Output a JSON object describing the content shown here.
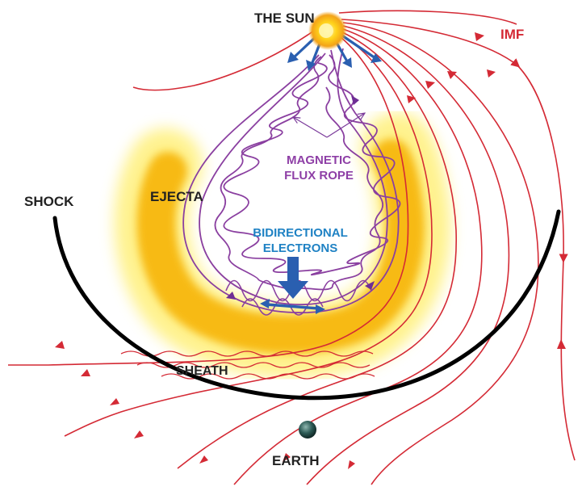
{
  "labels": {
    "sun": "THE SUN",
    "imf": "IMF",
    "flux_rope_line1": "MAGNETIC",
    "flux_rope_line2": "FLUX ROPE",
    "ejecta": "EJECTA",
    "shock": "SHOCK",
    "electrons_line1": "BIDIRECTIONAL",
    "electrons_line2": "ELECTRONS",
    "sheath": "SHEATH",
    "earth": "EARTH"
  },
  "colors": {
    "imf_lines": "#d42a35",
    "flux_rope": "#8a3fa0",
    "flux_rope_label": "#8e3fa6",
    "electrons": "#2a5fb0",
    "electrons_label": "#1f82c4",
    "shock": "#000000",
    "ejecta_core": "#f6a000",
    "ejecta_edge": "#fff05a",
    "sun": "#ffd21a",
    "earth": "#2c5a55",
    "text": "#222222"
  },
  "icons": [
    "sun-icon",
    "earth-icon",
    "electron-arrow-icon"
  ]
}
